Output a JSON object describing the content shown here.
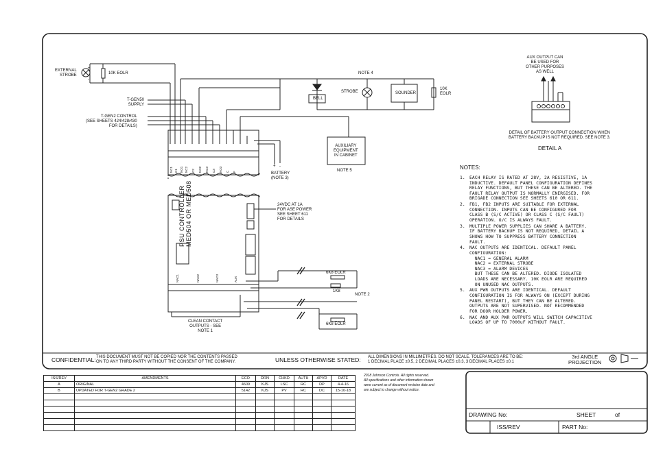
{
  "labels": {
    "external_strobe": "EXTERNAL\nSTROBE",
    "eolr_10k_top": "10K EOLR",
    "tgen50_supply": "T-GEN50\nSUPPLY",
    "tgen2_control": "T-GEN2 CONTROL\n(SEE SHEETS 424/428/430\nFOR DETAILS)",
    "note4": "NOTE 4",
    "bell": "BELL",
    "strobe": "STROBE",
    "sounder": "SOUNDER",
    "eolr_10k_right": "10K\nEOLR",
    "auxiliary_equipment": "AUXILIARY\nEQUIPMENT\nIN CABINET",
    "note5": "NOTE 5",
    "battery": "BATTERY\n(NOTE 3)",
    "battery_plus": "+",
    "battery_minus": "-",
    "psu_controller": "PSU CONTROLLER\nMED504 OR MED508",
    "aux_24vdc": "24VDC AT 1A\nFOR ASE POWER\nSEE SHEET 611\nFOR DETAILS",
    "eolr_6k8_a": "6K8 EOLR",
    "eolr_6k8_b": "6K8 EOLR",
    "r1k8": "1K8",
    "note2": "NOTE 2",
    "clean_contact": "CLEAN CONTACT\nOUTPUTS - SEE\nNOTE 1",
    "aux_output": "AUX OUTPUT CAN\nBE USED FOR\nOTHER PURPOSES\nAS WELL",
    "detail_caption": "DETAIL OF BATTERY OUTPUT CONNECTION WHEN\nBATTERY BACKUP IS NOT REQUIRED. SEE NOTE 3.",
    "detail_a": "DETAIL A",
    "terminal_labels": [
      "NC1",
      "C1",
      "NO1",
      "NC2",
      "C2",
      "NO2",
      "NC3",
      "C3",
      "NO3",
      "C",
      "F"
    ],
    "nac_labels": [
      "NAC1",
      "NAC2",
      "NAC3",
      "AUX"
    ]
  },
  "notes": {
    "title": "NOTES:",
    "items": [
      {
        "num": "1.",
        "lines": [
          "EACH RELAY IS RATED AT 28V, 2A RESISTIVE, 1A",
          "INDUCTIVE. DEFAULT PANEL CONFIGURATION DEFINES",
          "RELAY FUNCTIONS, BUT THESE CAN BE ALTERED. THE",
          "FAULT RELAY OUTPUT IS NORMALLY ENERGISED. FOR",
          "BRIGADE CONNECTION SEE SHEETS 610 OR 611."
        ]
      },
      {
        "num": "2.",
        "lines": [
          "FB1, FB2 INPUTS ARE SUITABLE FOR EXTERNAL",
          "CONNECTION. INPUTS CAN BE CONFIGURED FOR",
          "CLASS B (S/C ACTIVE) OR CLASS C (S/C FAULT)",
          "OPERATION. O/C IS ALWAYS FAULT."
        ]
      },
      {
        "num": "3.",
        "lines": [
          "MULTIPLE POWER SUPPLIES CAN SHARE A BATTERY.",
          "IF BATTERY BACKUP IS NOT REQUIRED, DETAIL A",
          "SHOWS HOW TO SUPPRESS BATTERY CONNECTION",
          "FAULT."
        ]
      },
      {
        "num": "4.",
        "lines": [
          "NAC OUTPUTS ARE IDENTICAL. DEFAULT PANEL",
          "CONFIGURATION:",
          "  NAC1 = GENERAL ALARM",
          "  NAC2 = EXTERNAL STROBE",
          "  NAC3 = ALARM DEVICES",
          "  BUT THESE CAN BE ALTERED. DIODE ISOLATED",
          "  LOADS ARE NECESSARY. 10K EOLR ARE REQUIRED",
          "  ON UNUSED NAC OUTPUTS."
        ]
      },
      {
        "num": "5.",
        "lines": [
          "AUX PWR OUTPUTS ARE IDENTICAL. DEFAULT",
          "CONFIGURATION IS FOR ALWAYS ON (EXCEPT DURING",
          "PANEL RESTART), BUT THEY CAN BE ALTERED.",
          "OUTPUTS ARE NOT SUPERVISED. NOT RECOMMENDED",
          "FOR DOOR HOLDER POWER."
        ]
      },
      {
        "num": "6.",
        "lines": [
          "NAC AND AUX PWR OUTPUTS WILL SWITCH CAPACITIVE",
          "LOADS OF UP TO 7000uF WITHOUT FAULT."
        ]
      }
    ]
  },
  "footer": {
    "confidential_label": "CONFIDENTIAL:",
    "confidential_text": "THIS DOCUMENT MUST NOT BE COPIED NOR THE CONTENTS PASSED\nON TO ANY THIRD PARTY WITHOUT THE CONSENT OF THE COMPANY.",
    "unless_label": "UNLESS OTHERWISE STATED:",
    "unless_text": "ALL DIMENSIONS IN MILLIMETRES. DO NOT SCALE. TOLERANCES ARE TO BE:\n1 DECIMAL PLACE ±0.5, 2 DECIMAL PLACES ±0.3, 3 DECIMAL PLACES ±0.1",
    "projection": "3rd ANGLE\nPROJECTION",
    "copyright": "2018 Johnson Controls. All rights reserved.\nAll specifications and other information shown\nwere current as of document revision date and\nare subject to change without notice."
  },
  "amendments": {
    "headers": [
      "ISS/REV",
      "AMENDMENTS",
      "ECO",
      "DRN",
      "CHKD",
      "AUTH",
      "APVD",
      "DATE"
    ],
    "rows": [
      [
        "A",
        "ORIGINAL",
        "4609",
        "KJS",
        "LSC",
        "RC",
        "DP",
        "4-4-16"
      ],
      [
        "B",
        "UPDATED FOR T-GEN2 GRADE 2",
        "5142",
        "KJS",
        "PV",
        "RC",
        "DC",
        "15-10-18"
      ]
    ],
    "empty_rows": 6
  },
  "title_block": {
    "drawing_no": "DRAWING No:",
    "sheet": "SHEET",
    "of": "of",
    "iss_rev": "ISS/REV",
    "part_no": "PART No:"
  }
}
